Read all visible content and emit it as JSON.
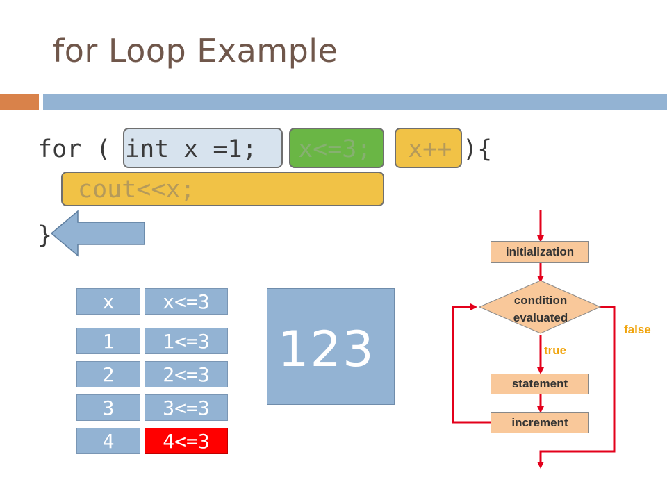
{
  "slide": {
    "title": "for Loop Example"
  },
  "code": {
    "keyword": "for (",
    "init": "int x =1;",
    "condition": " x<=3;",
    "increment": " x++",
    "close_header": "){",
    "body": "cout<<x;",
    "close_brace": "}"
  },
  "trace_table": {
    "headers": [
      "x",
      "x<=3"
    ],
    "rows": [
      {
        "x": "1",
        "cond": "1<=3"
      },
      {
        "x": "2",
        "cond": "2<=3"
      },
      {
        "x": "3",
        "cond": "3<=3"
      },
      {
        "x": "4",
        "cond": "4<=3"
      }
    ]
  },
  "output": {
    "text": "123"
  },
  "flowchart": {
    "init_label": "initialization",
    "cond_line1": "condition",
    "cond_line2": "evaluated",
    "statement_label": "statement",
    "increment_label": "increment",
    "true_label": "true",
    "false_label": "false"
  },
  "colors": {
    "title": "#70574b",
    "accent_orange": "#d9824a",
    "accent_blue": "#93b3d3",
    "init_highlight": "#d7e3ee",
    "condition_highlight": "#6ab645",
    "body_highlight": "#f1c246",
    "false_cell": "#ff0000",
    "flow_arrow": "#e3001b",
    "flow_box": "#f9c89a",
    "flow_label": "#f0a30a"
  }
}
